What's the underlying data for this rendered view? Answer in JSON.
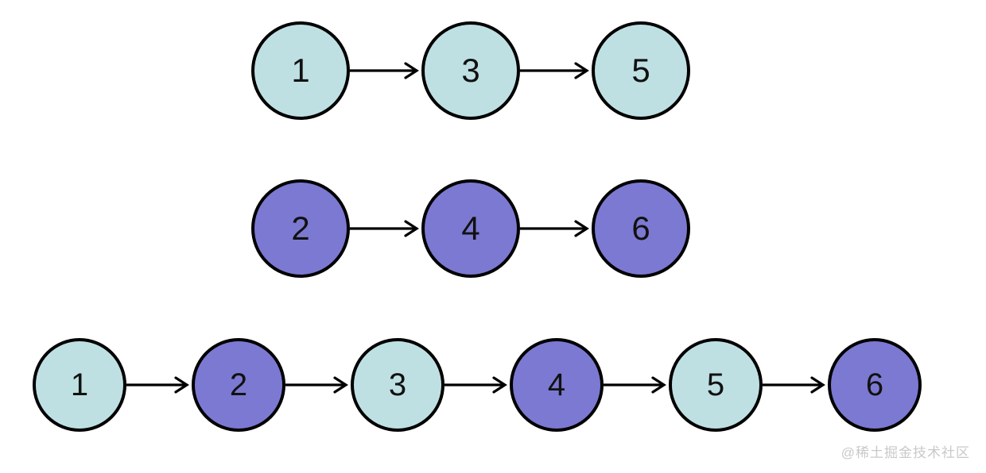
{
  "colors": {
    "node_light": "#bee0e2",
    "node_purple": "#7c79d2",
    "stroke": "#000000",
    "watermark": "#c9c9c9",
    "background": "#ffffff"
  },
  "lists": [
    {
      "nodes": [
        {
          "value": "1",
          "color": "light"
        },
        {
          "value": "3",
          "color": "light"
        },
        {
          "value": "5",
          "color": "light"
        }
      ]
    },
    {
      "nodes": [
        {
          "value": "2",
          "color": "purple"
        },
        {
          "value": "4",
          "color": "purple"
        },
        {
          "value": "6",
          "color": "purple"
        }
      ]
    },
    {
      "nodes": [
        {
          "value": "1",
          "color": "light"
        },
        {
          "value": "2",
          "color": "purple"
        },
        {
          "value": "3",
          "color": "light"
        },
        {
          "value": "4",
          "color": "purple"
        },
        {
          "value": "5",
          "color": "light"
        },
        {
          "value": "6",
          "color": "purple"
        }
      ]
    }
  ],
  "watermark": {
    "text": "@稀土掘金技术社区"
  }
}
